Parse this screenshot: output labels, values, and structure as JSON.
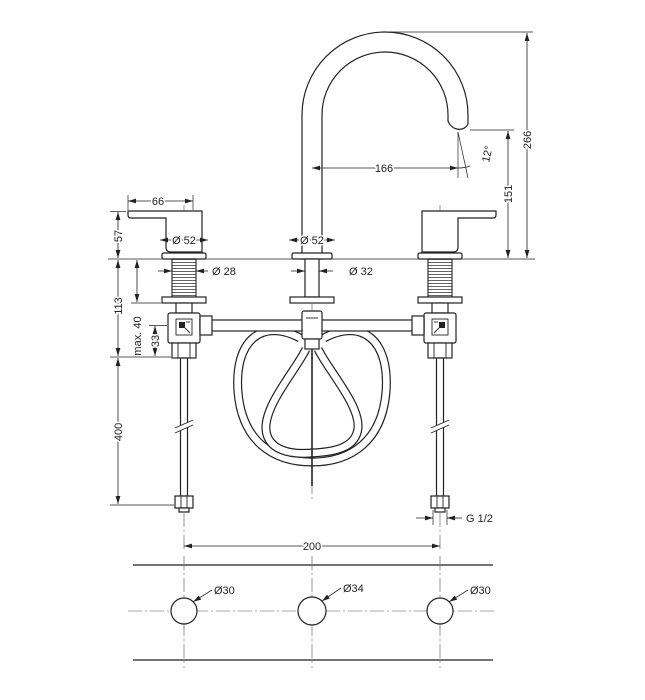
{
  "colors": {
    "line": "#222222",
    "centerline": "#555555",
    "background": "#ffffff"
  },
  "elevation": {
    "handle_lever_dim": "66",
    "handle_height_dim": "57",
    "handle_rosette_dim": "Ø 52",
    "spout_rosette_dim": "Ø 52",
    "valve_shank_dim": "Ø 28",
    "spout_shank_dim": "Ø 32",
    "spout_reach_dim": "166",
    "spout_angle_dim": "12°",
    "outlet_height_dim": "151",
    "total_height_dim": "266",
    "below_deck_dim": "113",
    "deck_thickness_dim": "max. 40",
    "connector_offset_dim": "33",
    "hose_length_dim": "400",
    "hose_thread_dim": "G 1/2",
    "hole_spacing_dim": "200"
  },
  "plan": {
    "holes": [
      {
        "label": "Ø30"
      },
      {
        "label": "Ø34"
      },
      {
        "label": "Ø30"
      }
    ]
  }
}
